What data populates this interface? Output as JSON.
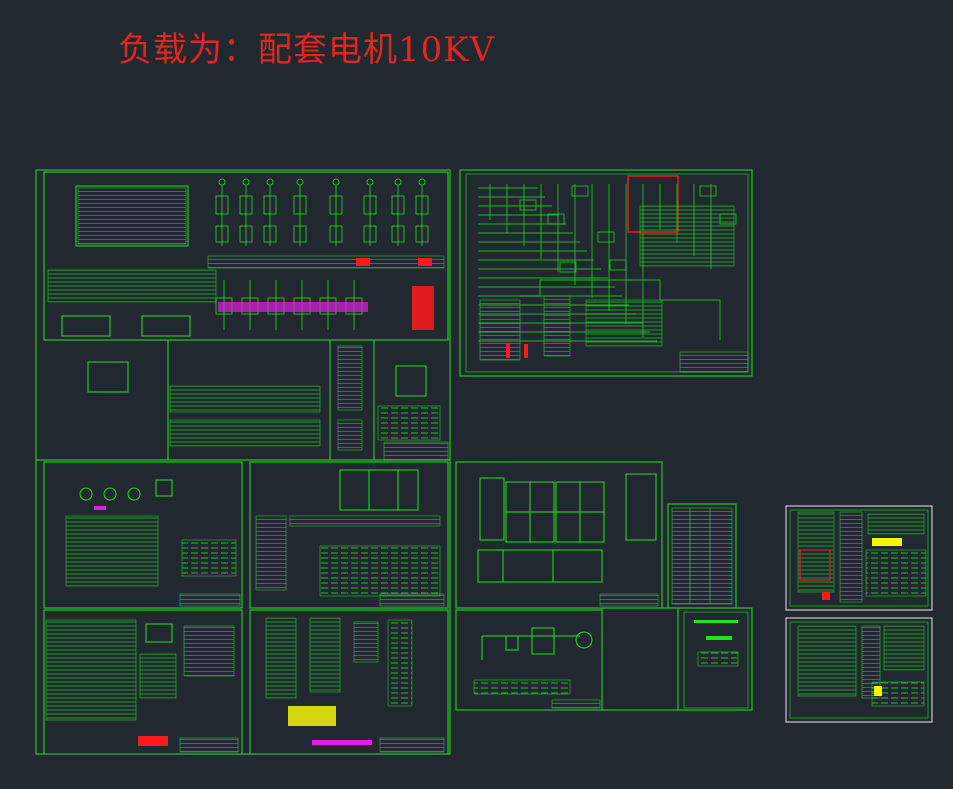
{
  "drawing_title": "负载为：配套电机10KV",
  "colors": {
    "background": "#212830",
    "line_green": "#1fe31f",
    "annotation_red": "#e0261f",
    "highlight_red": "#ff1a1a",
    "highlight_yellow": "#f5f50a",
    "highlight_magenta": "#e020e0",
    "line_white": "#e8e8e8"
  },
  "sheets": [
    {
      "id": "main-system-diagram"
    },
    {
      "id": "control-wiring-diagram"
    },
    {
      "id": "protection-circuit-left"
    },
    {
      "id": "terminal-wiring-right"
    },
    {
      "id": "cabinet-layout"
    },
    {
      "id": "material-list-table"
    },
    {
      "id": "secondary-circuits-left"
    },
    {
      "id": "equipment-list-right"
    },
    {
      "id": "motor-connection-diagram"
    },
    {
      "id": "blank-sheet"
    },
    {
      "id": "design-notes-sheet"
    },
    {
      "id": "thumbnail-sheet-1"
    },
    {
      "id": "thumbnail-sheet-2"
    }
  ]
}
